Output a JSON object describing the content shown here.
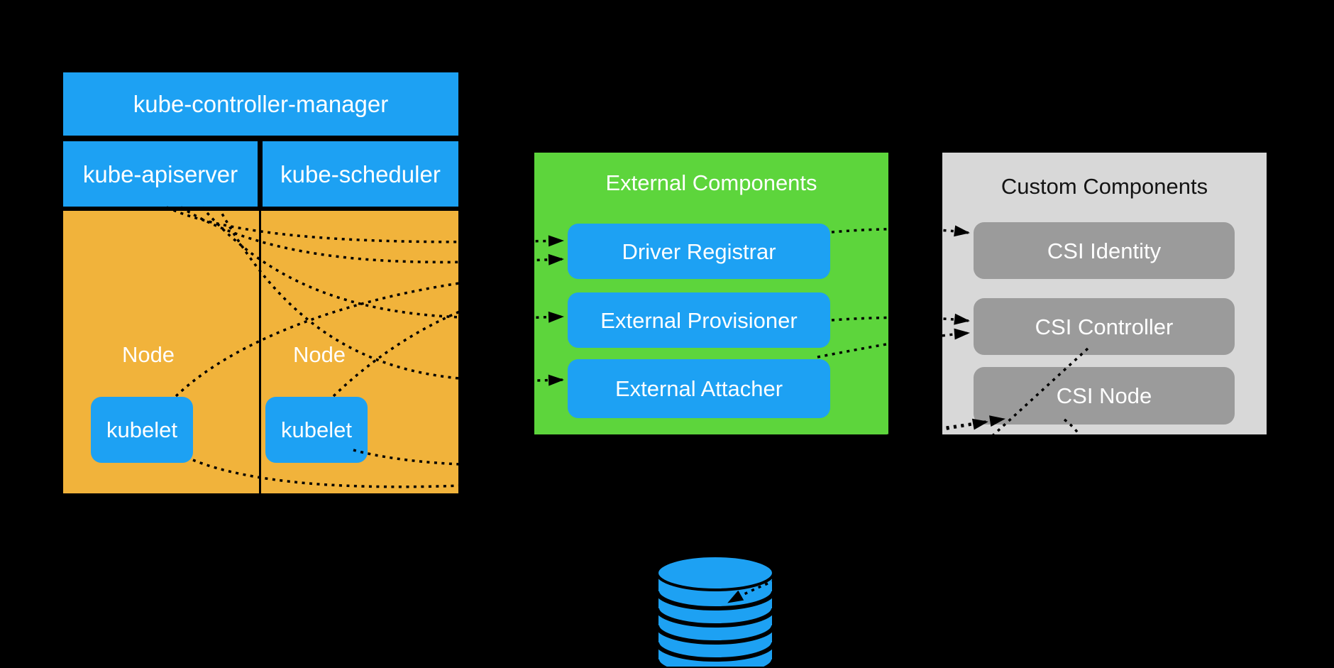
{
  "diagram": {
    "background": "#000000",
    "colors": {
      "blue": "#1da1f3",
      "orange": "#f1b33b",
      "green": "#5dd53c",
      "panel_gray": "#d8d8d8",
      "box_gray": "#9b9b9b",
      "connector": "#000000",
      "text_light": "#ffffff",
      "text_dark": "#141414"
    },
    "control_plane": {
      "controller_manager": "kube-controller-manager",
      "apiserver": "kube-apiserver",
      "scheduler": "kube-scheduler"
    },
    "nodes": [
      {
        "label": "Node",
        "kubelet": "kubelet"
      },
      {
        "label": "Node",
        "kubelet": "kubelet"
      }
    ],
    "external_components": {
      "title": "External Components",
      "items": [
        "Driver Registrar",
        "External Provisioner",
        "External Attacher"
      ]
    },
    "custom_components": {
      "title": "Custom Components",
      "items": [
        "CSI Identity",
        "CSI Controller",
        "CSI Node"
      ]
    },
    "storage": {
      "icon": "database-cylinder-icon"
    }
  }
}
